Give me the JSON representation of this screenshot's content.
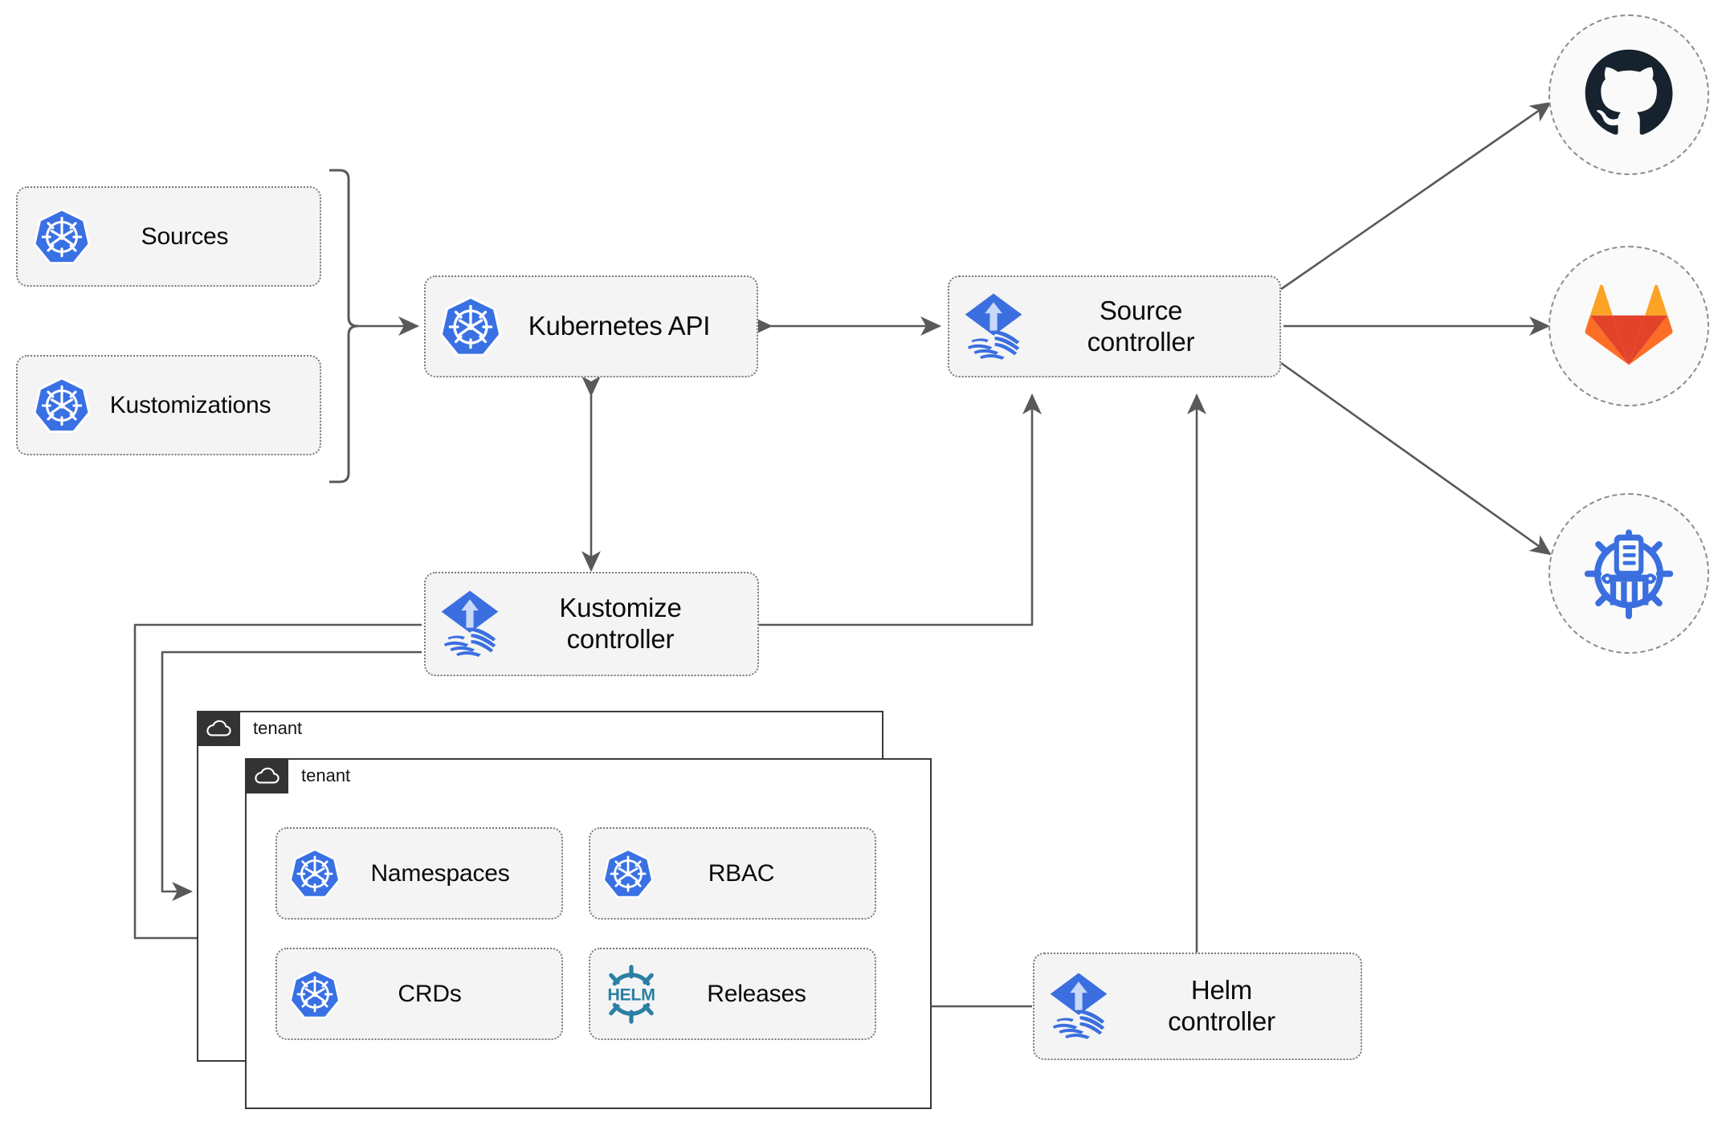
{
  "diagram": {
    "title": "Flux GitOps Toolkit architecture",
    "colors": {
      "kubernetes_blue": "#3970E4",
      "flux_blue": "#3B6FE0",
      "helm_blue": "#2A7FA4",
      "github_navy": "#16232E",
      "gitlab_orange": "#E24329",
      "gitlab_light_orange": "#FCA326",
      "harbor_blue": "#3B6FE0",
      "node_fill": "#F4F4F4",
      "node_border": "#7A7A7A",
      "edge_stroke": "#595959",
      "tenant_border": "#3A3A3A",
      "tenant_tab_fill": "#333333"
    },
    "nodes": [
      {
        "id": "sources",
        "label": "Sources",
        "icon": "kubernetes-icon"
      },
      {
        "id": "kustomizations",
        "label": "Kustomizations",
        "icon": "kubernetes-icon"
      },
      {
        "id": "k8s-api",
        "label": "Kubernetes API",
        "icon": "kubernetes-icon"
      },
      {
        "id": "source-ctrl",
        "label": "Source\ncontroller",
        "icon": "flux-icon"
      },
      {
        "id": "kustomize-ctrl",
        "label": "Kustomize\ncontroller",
        "icon": "flux-icon"
      },
      {
        "id": "helm-ctrl",
        "label": "Helm\ncontroller",
        "icon": "flux-icon"
      },
      {
        "id": "namespaces",
        "label": "Namespaces",
        "icon": "kubernetes-icon"
      },
      {
        "id": "rbac",
        "label": "RBAC",
        "icon": "kubernetes-icon"
      },
      {
        "id": "crds",
        "label": "CRDs",
        "icon": "kubernetes-icon"
      },
      {
        "id": "releases",
        "label": "Releases",
        "icon": "helm-icon"
      }
    ],
    "providers": [
      {
        "id": "github",
        "icon": "github-icon"
      },
      {
        "id": "gitlab",
        "icon": "gitlab-icon"
      },
      {
        "id": "harbor",
        "icon": "harbor-icon"
      }
    ],
    "tenants": [
      {
        "id": "tenant-back",
        "label": "tenant",
        "icon": "cloud-icon"
      },
      {
        "id": "tenant-front",
        "label": "tenant",
        "icon": "cloud-icon"
      }
    ]
  },
  "labels": {
    "sources": "Sources",
    "kustomizations": "Kustomizations",
    "k8s_api": "Kubernetes API",
    "source_controller": "Source\ncontroller",
    "kustomize_controller": "Kustomize\ncontroller",
    "helm_controller": "Helm\ncontroller",
    "namespaces": "Namespaces",
    "rbac": "RBAC",
    "crds": "CRDs",
    "releases": "Releases",
    "tenant_back": "tenant",
    "tenant_front": "tenant"
  }
}
